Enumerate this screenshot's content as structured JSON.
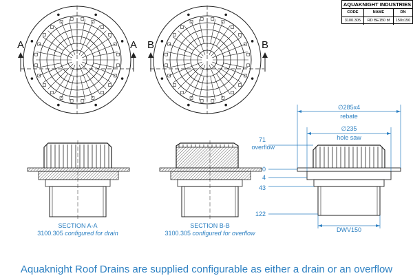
{
  "title_block": {
    "company": "AQUAKNIGHT INDUSTRIES",
    "headers": [
      "CODE",
      "NAME",
      "DN"
    ],
    "values": [
      "3100.305",
      "RD BE150 bf",
      "150x150"
    ]
  },
  "plan_views": {
    "left_markers": [
      "A",
      "A"
    ],
    "right_markers": [
      "B",
      "B"
    ]
  },
  "sections": {
    "a": {
      "title": "SECTION A-A",
      "code": "3100.305",
      "config": "configured for drain"
    },
    "b": {
      "title": "SECTION B-B",
      "code": "3100.305",
      "config": "configured for overflow"
    }
  },
  "dimensions": {
    "rebate_dia": "∅285x4",
    "rebate_label": "rebate",
    "hole_dia": "∅235",
    "hole_label": "hole saw",
    "overflow_value": "71",
    "overflow_label": "overflow",
    "level_0": "0",
    "level_4": "4",
    "level_43": "43",
    "level_122": "122",
    "pipe_label": "DWV150"
  },
  "footer": "Aquaknight Roof Drains are supplied configurable as either a drain or an overflow",
  "colors": {
    "accent": "#2b7fc1",
    "line": "#222222"
  }
}
